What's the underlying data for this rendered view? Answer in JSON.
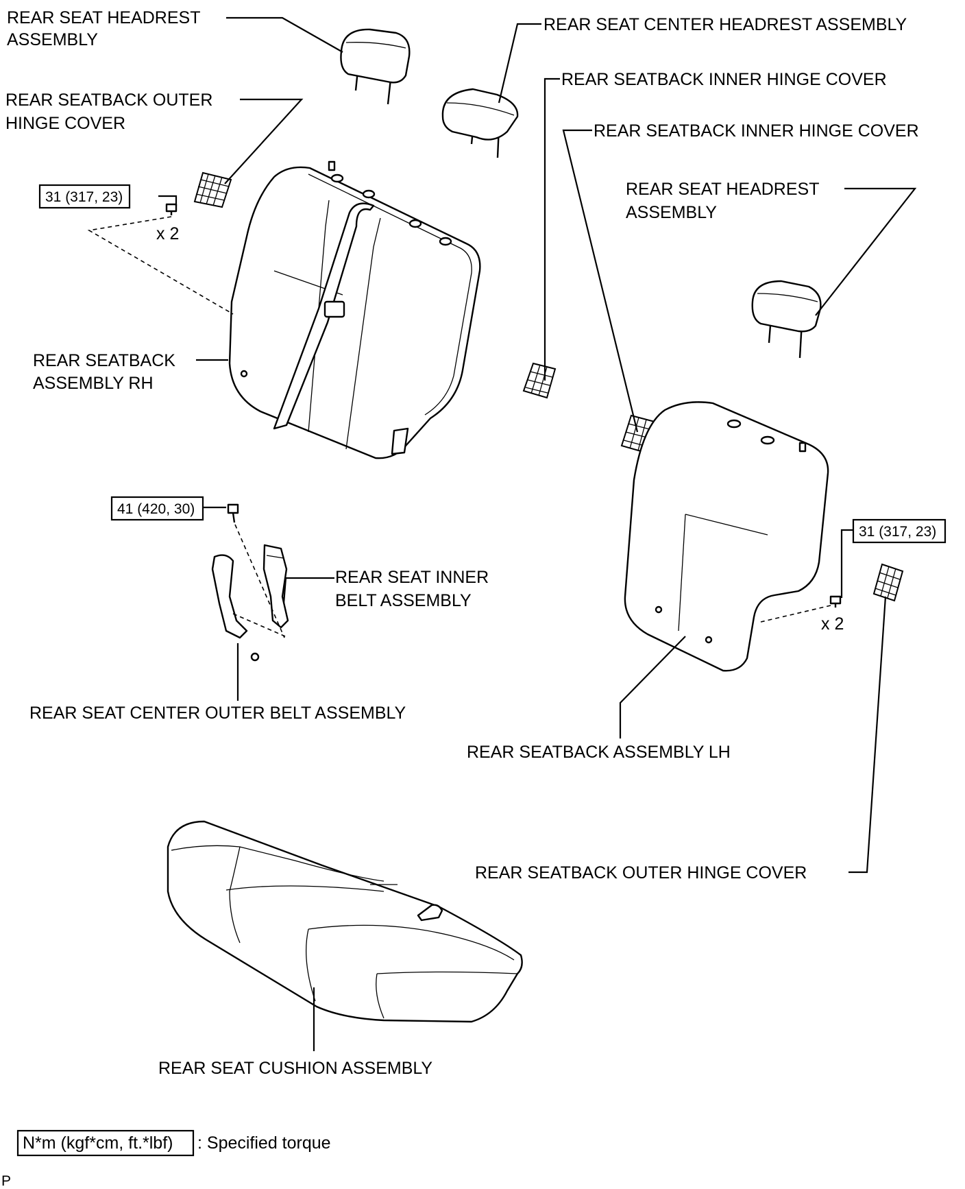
{
  "labels": {
    "rh_headrest_1": "REAR SEAT HEADREST",
    "rh_headrest_2": "ASSEMBLY",
    "center_headrest": "REAR SEAT CENTER HEADREST ASSEMBLY",
    "inner_hinge_cover_a": "REAR SEATBACK INNER HINGE COVER",
    "inner_hinge_cover_b": "REAR SEATBACK INNER HINGE COVER",
    "rh_outer_hinge_1": "REAR SEATBACK OUTER",
    "rh_outer_hinge_2": "HINGE COVER",
    "lh_headrest_1": "REAR SEAT HEADREST",
    "lh_headrest_2": "ASSEMBLY",
    "seatback_rh_1": "REAR SEATBACK",
    "seatback_rh_2": "ASSEMBLY RH",
    "inner_belt_1": "REAR SEAT INNER",
    "inner_belt_2": "BELT ASSEMBLY",
    "center_outer_belt": "REAR SEAT CENTER OUTER BELT ASSEMBLY",
    "seatback_lh": "REAR SEATBACK ASSEMBLY LH",
    "lh_outer_hinge": "REAR SEATBACK OUTER HINGE COVER",
    "cushion": "REAR SEAT CUSHION ASSEMBLY"
  },
  "torques": {
    "rh_seatback_bolt": "31 (317, 23)",
    "belt_bolt": "41 (420, 30)",
    "lh_seatback_bolt": "31 (317, 23)"
  },
  "quantities": {
    "rh_bolts": "x 2",
    "lh_bolts": "x 2"
  },
  "legend": {
    "unit_box": "N*m (kgf*cm, ft.*lbf)",
    "description": ": Specified torque"
  },
  "corner_code": "P"
}
